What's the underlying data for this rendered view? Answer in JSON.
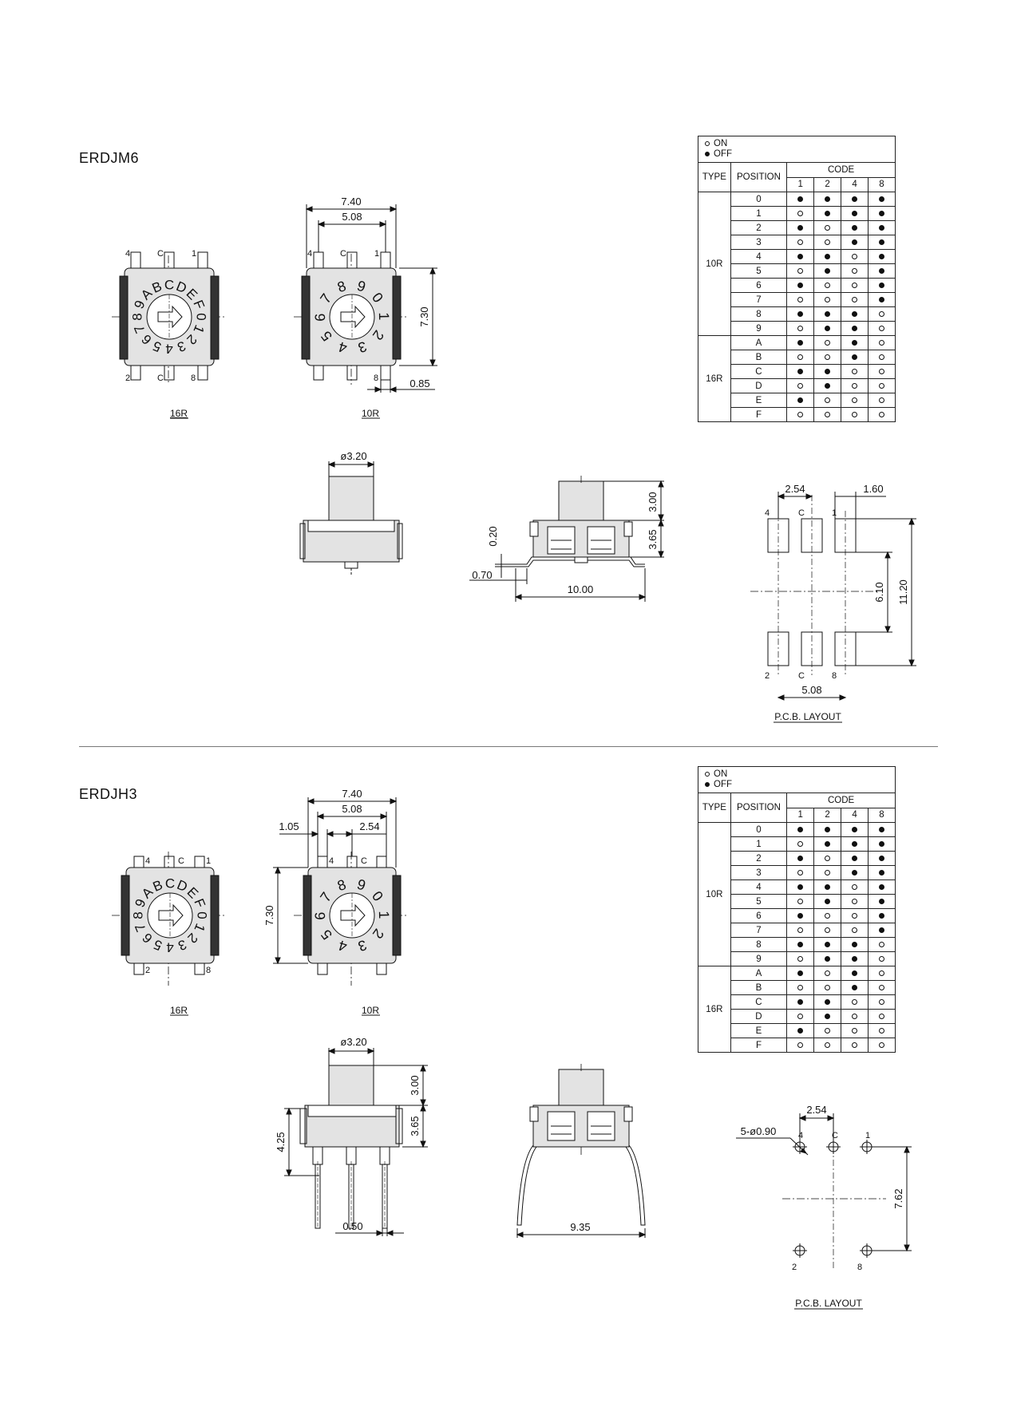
{
  "sec1": {
    "title": "ERDJM6",
    "views": {
      "top16_label": "16R",
      "top10_label": "10R"
    },
    "dims": {
      "w740": "7.40",
      "w508": "5.08",
      "h730": "7.30",
      "p085": "0.85",
      "d320": "ø3.20",
      "h300": "3.00",
      "h365": "3.65",
      "h020": "0.20",
      "w070": "0.70",
      "w1000": "10.00",
      "p254": "2.54",
      "p160": "1.60",
      "p610": "6.10",
      "p1120": "11.20",
      "p508": "5.08"
    },
    "pins": {
      "p4": "4",
      "pc": "C",
      "p1": "1",
      "p2": "2",
      "p8": "8"
    },
    "dial16": "89ABCDEF01234567",
    "dial10": "7890123456",
    "pcb_label": "P.C.B. LAYOUT"
  },
  "sec2": {
    "title": "ERDJH3",
    "views": {
      "top16_label": "16R",
      "top10_label": "10R"
    },
    "dims": {
      "w740": "7.40",
      "w508": "5.08",
      "w105": "1.05",
      "w254": "2.54",
      "h730": "7.30",
      "d320": "ø3.20",
      "h300": "3.00",
      "h365": "3.65",
      "h425": "4.25",
      "w050": "0.50",
      "w935": "9.35",
      "p254": "2.54",
      "hole": "5-ø0.90",
      "p762": "7.62"
    },
    "pins": {
      "p4": "4",
      "pc": "C",
      "p1": "1",
      "p2": "2",
      "p8": "8"
    },
    "pcb_label": "P.C.B. LAYOUT"
  },
  "code_table": {
    "legend_on": "ON",
    "legend_off": "OFF",
    "col_type": "TYPE",
    "col_position": "POSITION",
    "col_code": "CODE",
    "bits": [
      "1",
      "2",
      "4",
      "8"
    ],
    "type_10r": "10R",
    "type_16r": "16R",
    "rows": [
      {
        "pos": "0",
        "code": [
          "off",
          "off",
          "off",
          "off"
        ]
      },
      {
        "pos": "1",
        "code": [
          "on",
          "off",
          "off",
          "off"
        ]
      },
      {
        "pos": "2",
        "code": [
          "off",
          "on",
          "off",
          "off"
        ]
      },
      {
        "pos": "3",
        "code": [
          "on",
          "on",
          "off",
          "off"
        ]
      },
      {
        "pos": "4",
        "code": [
          "off",
          "off",
          "on",
          "off"
        ]
      },
      {
        "pos": "5",
        "code": [
          "on",
          "off",
          "on",
          "off"
        ]
      },
      {
        "pos": "6",
        "code": [
          "off",
          "on",
          "on",
          "off"
        ]
      },
      {
        "pos": "7",
        "code": [
          "on",
          "on",
          "on",
          "off"
        ]
      },
      {
        "pos": "8",
        "code": [
          "off",
          "off",
          "off",
          "on"
        ]
      },
      {
        "pos": "9",
        "code": [
          "on",
          "off",
          "off",
          "on"
        ]
      },
      {
        "pos": "A",
        "code": [
          "off",
          "on",
          "off",
          "on"
        ]
      },
      {
        "pos": "B",
        "code": [
          "on",
          "on",
          "off",
          "on"
        ]
      },
      {
        "pos": "C",
        "code": [
          "off",
          "off",
          "on",
          "on"
        ]
      },
      {
        "pos": "D",
        "code": [
          "on",
          "off",
          "on",
          "on"
        ]
      },
      {
        "pos": "E",
        "code": [
          "off",
          "on",
          "on",
          "on"
        ]
      },
      {
        "pos": "F",
        "code": [
          "on",
          "on",
          "on",
          "on"
        ]
      }
    ]
  }
}
